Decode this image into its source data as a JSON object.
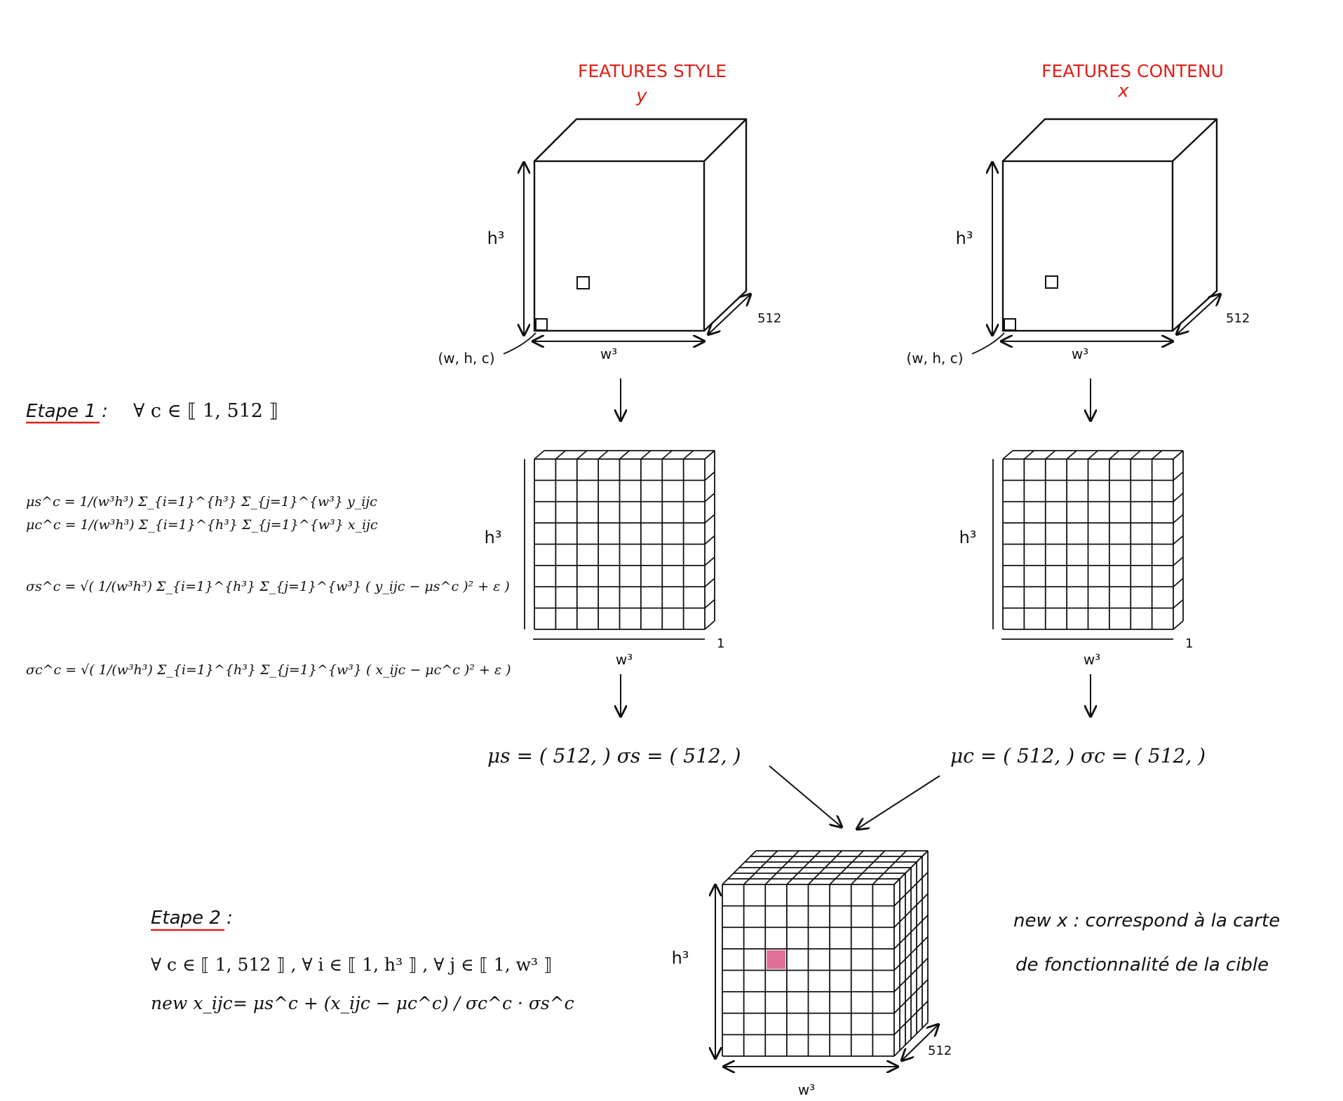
{
  "titles": {
    "style_title": "FEATURES STYLE",
    "style_var": "y",
    "content_title": "FEATURES CONTENU",
    "content_var": "x"
  },
  "cube_labels": {
    "height": "h³",
    "width": "w³",
    "depth": "512",
    "depth_one": "1",
    "coord": "(w, h, c)"
  },
  "stats": {
    "style": "μs = ( 512,  )   σs = ( 512,  )",
    "content": "μc = ( 512,  )   σc = ( 512,  )"
  },
  "etape1": {
    "title": "Etape 1 :",
    "quantifier": "∀ c ∈ ⟦ 1, 512 ⟧",
    "mu_s": "μs^c = 1/(w³h³) Σ_{i=1}^{h³} Σ_{j=1}^{w³} y_ijc",
    "mu_c": "μc^c = 1/(w³h³) Σ_{i=1}^{h³} Σ_{j=1}^{w³} x_ijc",
    "sigma_s": "σs^c = √( 1/(w³h³) Σ_{i=1}^{h³} Σ_{j=1}^{w³} ( y_ijc − μs^c )² + ε )",
    "sigma_c": "σc^c = √( 1/(w³h³) Σ_{i=1}^{h³} Σ_{j=1}^{w³} ( x_ijc − μc^c )² + ε )"
  },
  "etape2": {
    "title": "Etape 2 :",
    "quantifier": "∀ c ∈ ⟦ 1, 512 ⟧ ,  ∀ i ∈ ⟦ 1, h³ ⟧ ,  ∀ j ∈ ⟦ 1, w³ ⟧",
    "new_x_label": "new x_ijc",
    "formula": "= μs^c + (x_ijc − μc^c) / σc^c · σs^c"
  },
  "note": {
    "line1": "new x :  correspond à la carte",
    "line2": "de fonctionnalité  de la cible"
  },
  "colors": {
    "accent_red": "#e0201a",
    "highlight_pink": "#e0709a",
    "ink": "#111111"
  }
}
